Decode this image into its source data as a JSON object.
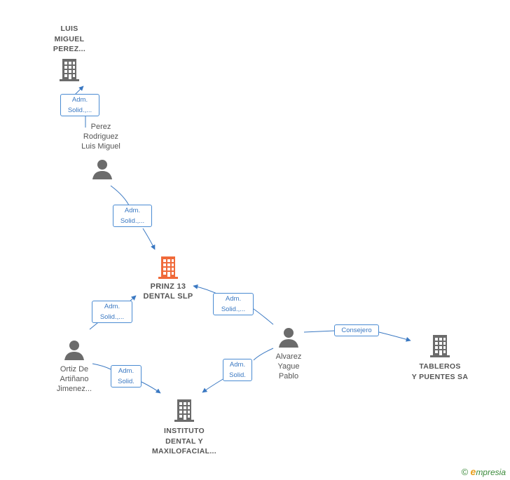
{
  "nodes": {
    "luis_miguel_company": {
      "label": "LUIS\nMIGUEL\nPEREZ...",
      "icon": "building-icon",
      "color": "#6b6b6b"
    },
    "perez_rodriguez": {
      "label": "Perez\nRodriguez\nLuis Miguel",
      "icon": "person-icon",
      "color": "#6b6b6b"
    },
    "prinz13": {
      "label": "PRINZ 13\nDENTAL  SLP",
      "icon": "building-icon",
      "color": "#f06a3a"
    },
    "ortiz": {
      "label": "Ortiz De\nArtiñano\nJimenez...",
      "icon": "person-icon",
      "color": "#6b6b6b"
    },
    "alvarez": {
      "label": "Alvarez\nYague\nPablo",
      "icon": "person-icon",
      "color": "#6b6b6b"
    },
    "tableros": {
      "label": "TABLEROS\nY PUENTES SA",
      "icon": "building-icon",
      "color": "#6b6b6b"
    },
    "instituto": {
      "label": "INSTITUTO\nDENTAL Y\nMAXILOFACIAL...",
      "icon": "building-icon",
      "color": "#6b6b6b"
    }
  },
  "edges": {
    "e1": "Adm.\nSolid.,...",
    "e2": "Adm.\nSolid.,...",
    "e3": "Adm.\nSolid.,...",
    "e4": "Adm.\nSolid.,...",
    "e5": "Consejero",
    "e6": "Adm.\nSolid.",
    "e7": "Adm.\nSolid."
  },
  "colors": {
    "edge": "#3a78c2",
    "text": "#555555",
    "highlight": "#f06a3a"
  },
  "brand": {
    "copyright": "©",
    "e": "e",
    "rest": "mpresia"
  }
}
